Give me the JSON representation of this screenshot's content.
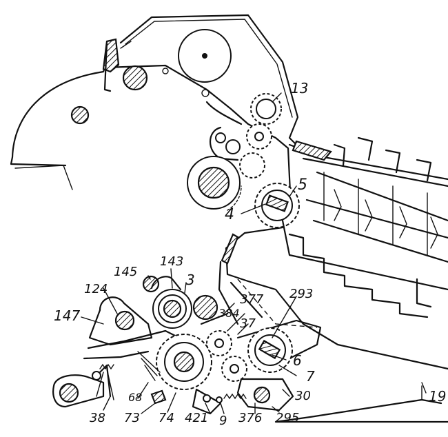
{
  "figure": {
    "labels": [
      "13",
      "5",
      "4",
      "143",
      "145",
      "124",
      "3",
      "147",
      "377",
      "293",
      "384",
      "37",
      "6",
      "7",
      "30",
      "38",
      "68",
      "73",
      "74",
      "421",
      "9",
      "376",
      "295",
      "19"
    ]
  }
}
